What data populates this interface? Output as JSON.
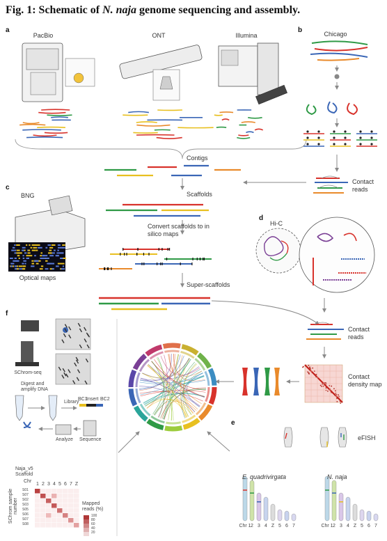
{
  "title": {
    "prefix": "Fig. 1: Schematic of ",
    "species": "N. naja",
    "suffix": " genome sequencing and assembly."
  },
  "panels": [
    "a",
    "b",
    "c",
    "d",
    "e",
    "f"
  ],
  "panel_a": {
    "platforms": [
      "PacBio",
      "ONT",
      "Illumina"
    ],
    "contigs": "Contigs",
    "scaffolds": "Scaffolds"
  },
  "panel_b": {
    "label": "Chicago",
    "contact_reads": "Contact reads"
  },
  "panel_c": {
    "label": "BNG",
    "optical_maps": "Optical maps",
    "convert": "Convert scaffolds to in silico maps",
    "super": "Super-scaffolds"
  },
  "panel_d": {
    "label": "Hi-C",
    "contact_reads": "Contact reads",
    "density_map": "Contact density map"
  },
  "panel_e": {
    "label": "eFISH",
    "species1": "E. quadrivirgata",
    "species2": "N. naja",
    "chromosomes": [
      "Chr 1",
      "2",
      "3",
      "4",
      "Z",
      "5",
      "6",
      "7"
    ]
  },
  "panel_f": {
    "schrom": "SChrom-seq",
    "digest": "Digest and amplify DNA",
    "library": "Library",
    "barcode": [
      "BC1",
      "Insert",
      "BC2"
    ],
    "analyze": "Analyze",
    "sequence": "Sequence",
    "heatmap_header": [
      "Naja_v5",
      "Scaffold"
    ],
    "heatmap_chr_label": "Chr",
    "heatmap_cols": [
      "1",
      "2",
      "3",
      "4",
      "5",
      "6",
      "7",
      "Z"
    ],
    "heatmap_rows": [
      "S01",
      "S07",
      "S02",
      "S03",
      "S05",
      "S06",
      "S07",
      "S08"
    ],
    "legend_title": "Mapped reads (%)",
    "legend_ticks": [
      "100",
      "80",
      "60",
      "40",
      "20"
    ],
    "row_axis": "SChrom sample number"
  },
  "colors": {
    "red": "#d8322b",
    "green": "#2f9a46",
    "blue": "#3a66b6",
    "yellow": "#e8c020",
    "orange": "#e98a2b",
    "purple": "#7a3f95"
  }
}
